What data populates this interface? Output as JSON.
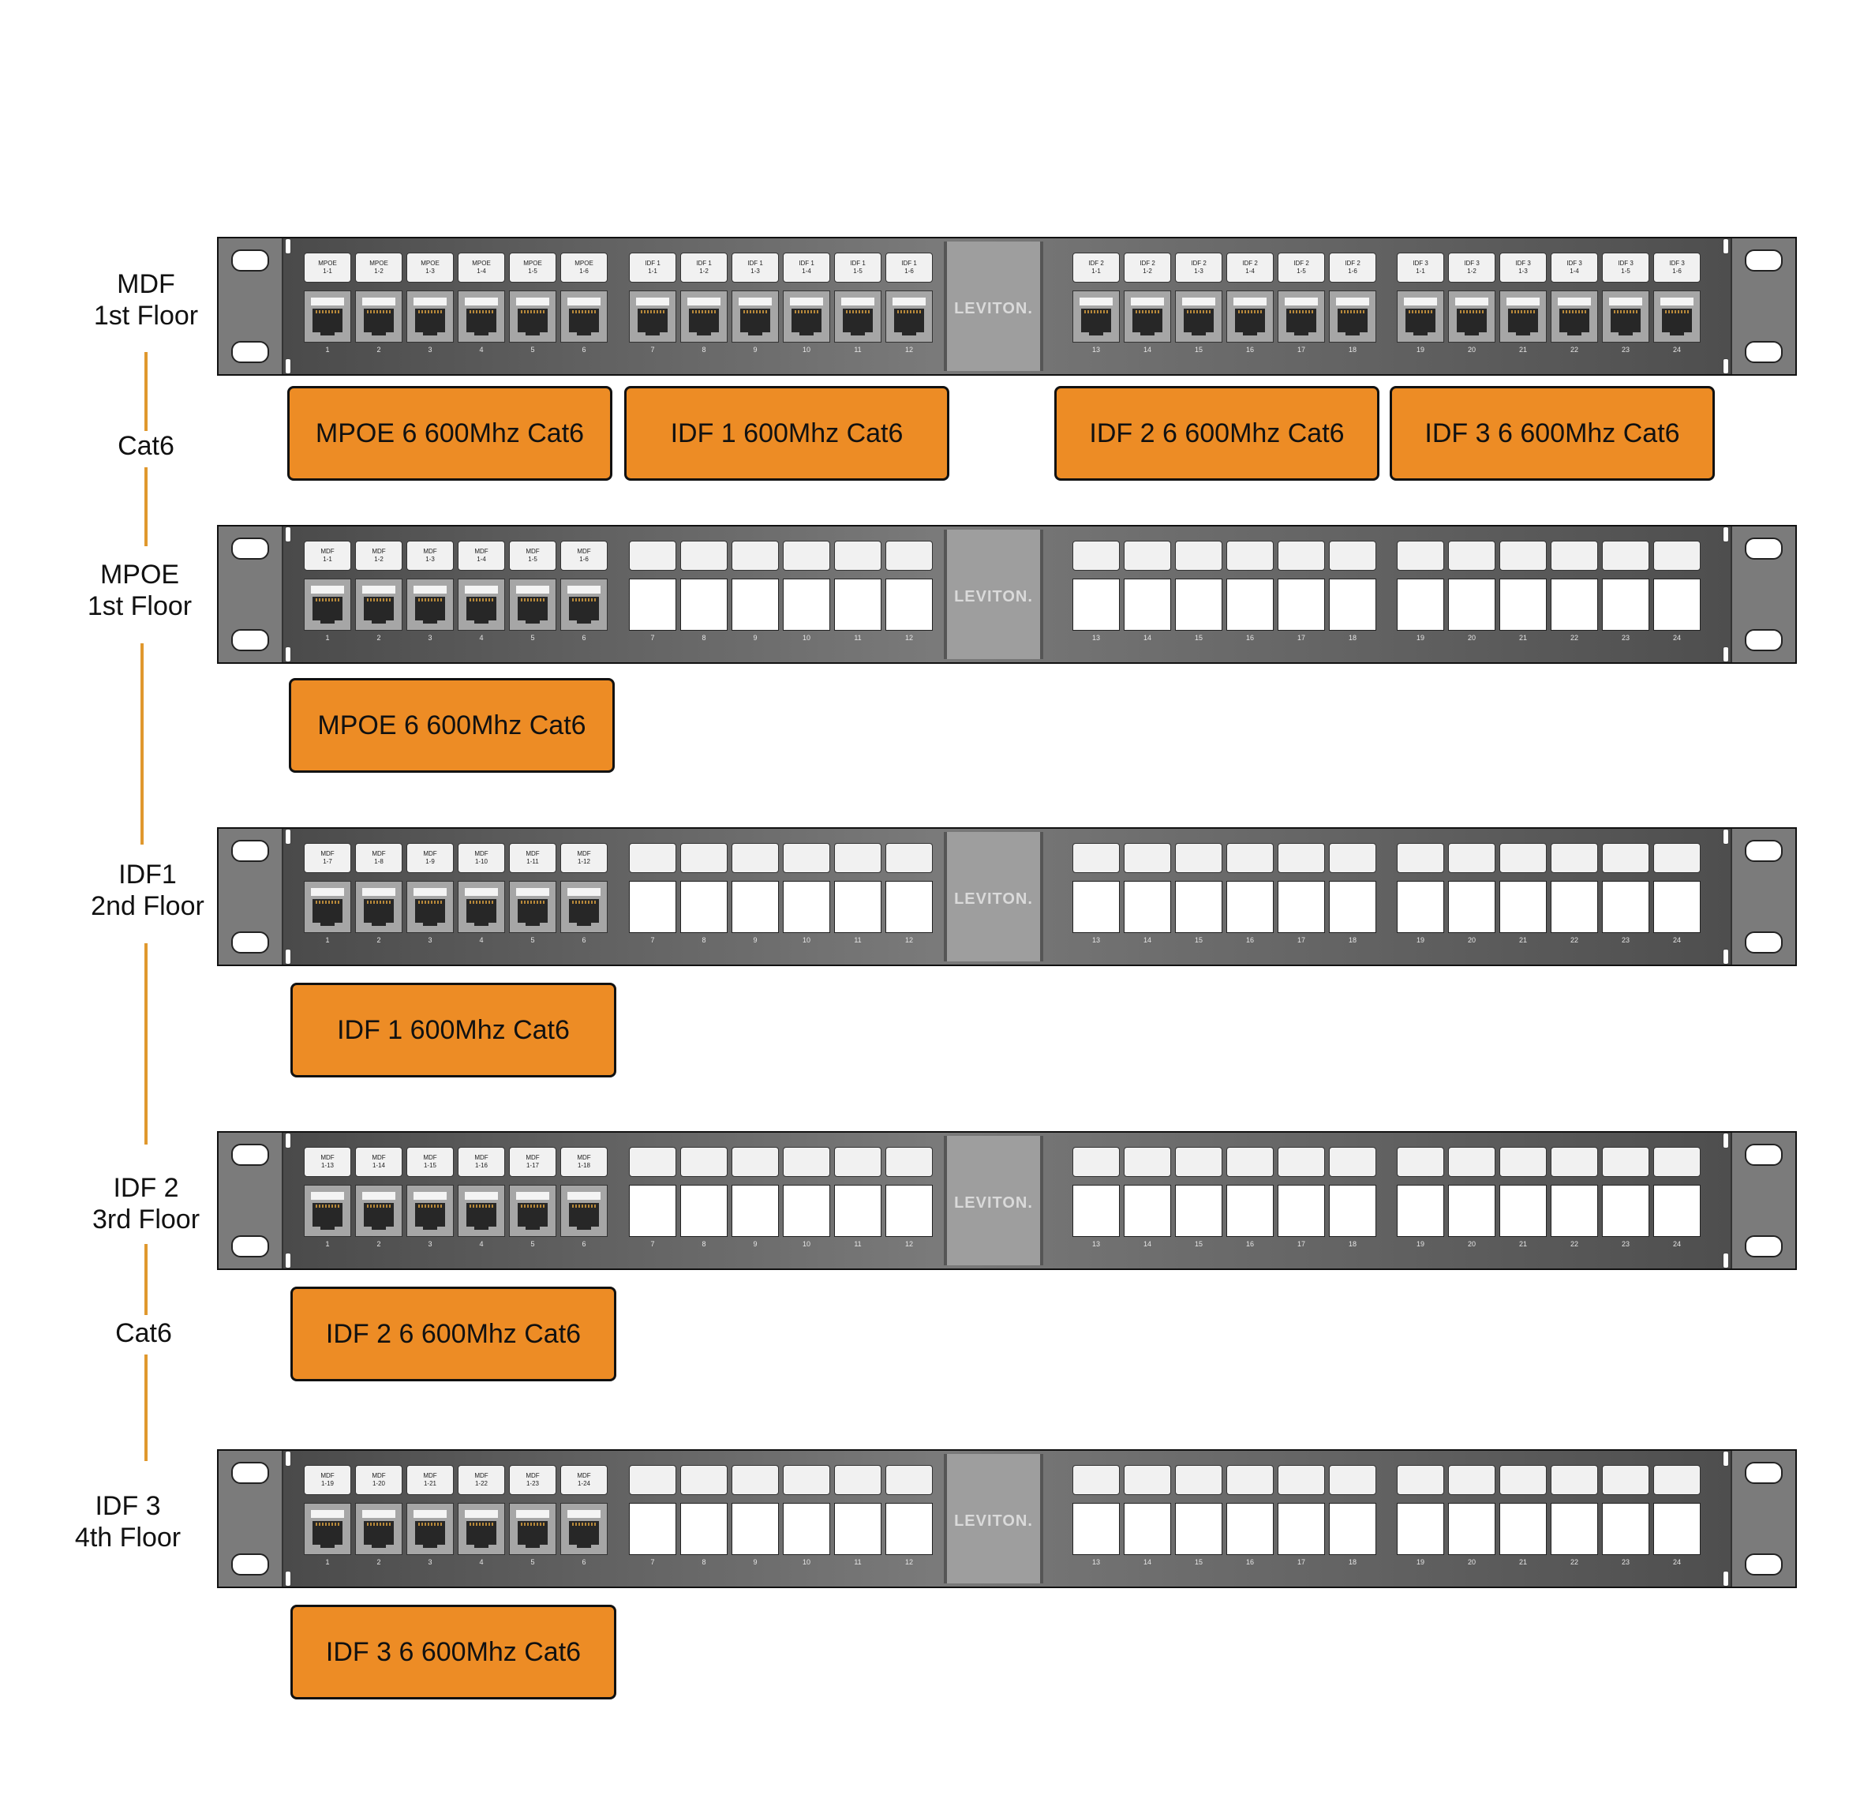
{
  "colors": {
    "accent_orange": "#ed8c25",
    "connector_line": "#e0982e",
    "panel_dark": "#3c3c3c",
    "logo_block": "#9e9e9e"
  },
  "brand": "LEVITON.",
  "panels": [
    {
      "floor_label": [
        "MDF",
        "1st Floor"
      ],
      "ports": [
        [
          "MPOE",
          "1-1"
        ],
        [
          "MPOE",
          "1-2"
        ],
        [
          "MPOE",
          "1-3"
        ],
        [
          "MPOE",
          "1-4"
        ],
        [
          "MPOE",
          "1-5"
        ],
        [
          "MPOE",
          "1-6"
        ],
        [
          "IDF 1",
          "1-1"
        ],
        [
          "IDF 1",
          "1-2"
        ],
        [
          "IDF 1",
          "1-3"
        ],
        [
          "IDF 1",
          "1-4"
        ],
        [
          "IDF 1",
          "1-5"
        ],
        [
          "IDF 1",
          "1-6"
        ],
        [
          "IDF 2",
          "1-1"
        ],
        [
          "IDF 2",
          "1-2"
        ],
        [
          "IDF 2",
          "1-3"
        ],
        [
          "IDF 2",
          "1-4"
        ],
        [
          "IDF 2",
          "1-5"
        ],
        [
          "IDF 2",
          "1-6"
        ],
        [
          "IDF 3",
          "1-1"
        ],
        [
          "IDF 3",
          "1-2"
        ],
        [
          "IDF 3",
          "1-3"
        ],
        [
          "IDF 3",
          "1-4"
        ],
        [
          "IDF 3",
          "1-5"
        ],
        [
          "IDF 3",
          "1-6"
        ]
      ],
      "boxes": [
        "MPOE 6 600Mhz Cat6",
        "IDF 1 600Mhz Cat6",
        "IDF 2 6 600Mhz Cat6",
        "IDF 3 6 600Mhz Cat6"
      ]
    },
    {
      "floor_label": [
        "MPOE",
        "1st Floor"
      ],
      "ports": [
        [
          "MDF",
          "1-1"
        ],
        [
          "MDF",
          "1-2"
        ],
        [
          "MDF",
          "1-3"
        ],
        [
          "MDF",
          "1-4"
        ],
        [
          "MDF",
          "1-5"
        ],
        [
          "MDF",
          "1-6"
        ]
      ],
      "boxes": [
        "MPOE 6 600Mhz Cat6"
      ]
    },
    {
      "floor_label": [
        "IDF1",
        "2nd Floor"
      ],
      "ports": [
        [
          "MDF",
          "1-7"
        ],
        [
          "MDF",
          "1-8"
        ],
        [
          "MDF",
          "1-9"
        ],
        [
          "MDF",
          "1-10"
        ],
        [
          "MDF",
          "1-11"
        ],
        [
          "MDF",
          "1-12"
        ]
      ],
      "boxes": [
        "IDF 1 600Mhz Cat6"
      ]
    },
    {
      "floor_label": [
        "IDF 2",
        "3rd Floor"
      ],
      "ports": [
        [
          "MDF",
          "1-13"
        ],
        [
          "MDF",
          "1-14"
        ],
        [
          "MDF",
          "1-15"
        ],
        [
          "MDF",
          "1-16"
        ],
        [
          "MDF",
          "1-17"
        ],
        [
          "MDF",
          "1-18"
        ]
      ],
      "boxes": [
        "IDF 2 6 600Mhz Cat6"
      ]
    },
    {
      "floor_label": [
        "IDF 3",
        "4th Floor"
      ],
      "ports": [
        [
          "MDF",
          "1-19"
        ],
        [
          "MDF",
          "1-20"
        ],
        [
          "MDF",
          "1-21"
        ],
        [
          "MDF",
          "1-22"
        ],
        [
          "MDF",
          "1-23"
        ],
        [
          "MDF",
          "1-24"
        ]
      ],
      "boxes": [
        "IDF 3 6 600Mhz Cat6"
      ]
    }
  ],
  "cable_labels": [
    "Cat6",
    "Cat6"
  ],
  "port_numbers": [
    "1",
    "2",
    "3",
    "4",
    "5",
    "6",
    "7",
    "8",
    "9",
    "10",
    "11",
    "12",
    "13",
    "14",
    "15",
    "16",
    "17",
    "18",
    "19",
    "20",
    "21",
    "22",
    "23",
    "24"
  ]
}
